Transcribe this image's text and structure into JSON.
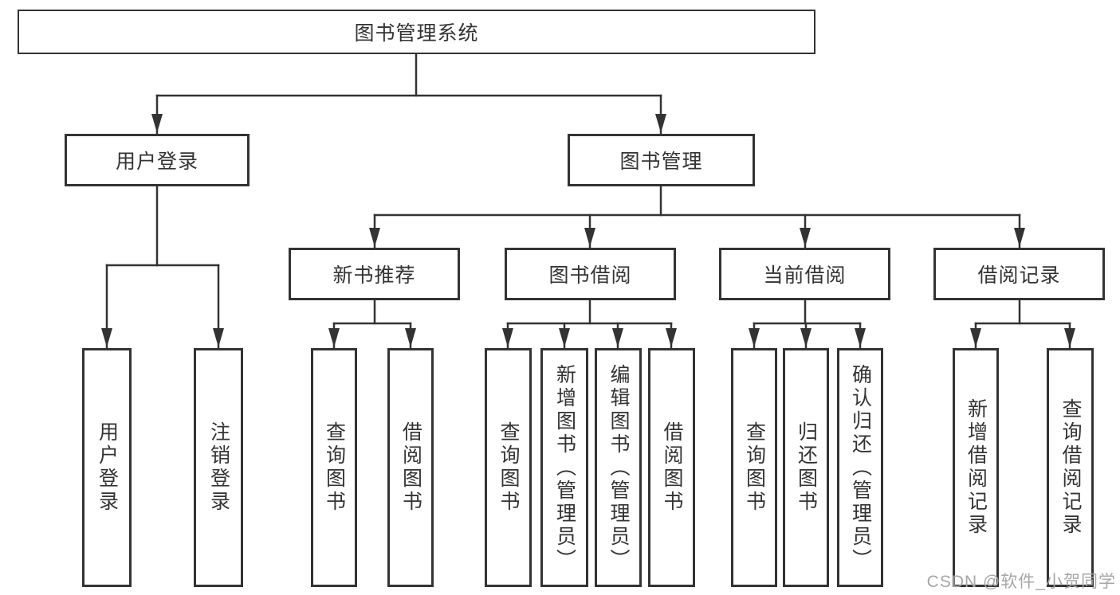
{
  "diagram": {
    "root": {
      "label": "图书管理系统"
    },
    "level2": [
      {
        "id": "user-login",
        "label": "用户登录"
      },
      {
        "id": "book-management",
        "label": "图书管理"
      }
    ],
    "level3": [
      {
        "id": "new-book-recommendation",
        "parent": "图书管理",
        "label": "新书推荐"
      },
      {
        "id": "book-borrowing",
        "parent": "图书管理",
        "label": "图书借阅"
      },
      {
        "id": "current-borrowing",
        "parent": "图书管理",
        "label": "当前借阅"
      },
      {
        "id": "borrowing-records",
        "parent": "图书管理",
        "label": "借阅记录"
      }
    ],
    "leaves": [
      {
        "parent": "用户登录",
        "label": "用户登录"
      },
      {
        "parent": "用户登录",
        "label": "注销登录"
      },
      {
        "parent": "新书推荐",
        "label": "查询图书"
      },
      {
        "parent": "新书推荐",
        "label": "借阅图书"
      },
      {
        "parent": "图书借阅",
        "label": "查询图书"
      },
      {
        "parent": "图书借阅",
        "label": "新增图书（管理员）"
      },
      {
        "parent": "图书借阅",
        "label": "编辑图书（管理员）"
      },
      {
        "parent": "图书借阅",
        "label": "借阅图书"
      },
      {
        "parent": "当前借阅",
        "label": "查询图书"
      },
      {
        "parent": "当前借阅",
        "label": "归还图书"
      },
      {
        "parent": "当前借阅",
        "label": "确认归还（管理员）"
      },
      {
        "parent": "借阅记录",
        "label": "新增借阅记录"
      },
      {
        "parent": "借阅记录",
        "label": "查询借阅记录"
      }
    ]
  },
  "watermark": {
    "text": "CSDN @软件_小贺同学"
  },
  "colors": {
    "line": "#333333",
    "box_border": "#333333",
    "box_background": "#ffffff",
    "text": "#333333",
    "watermark_text": "#a6a6a6",
    "background": "#ffffff"
  }
}
